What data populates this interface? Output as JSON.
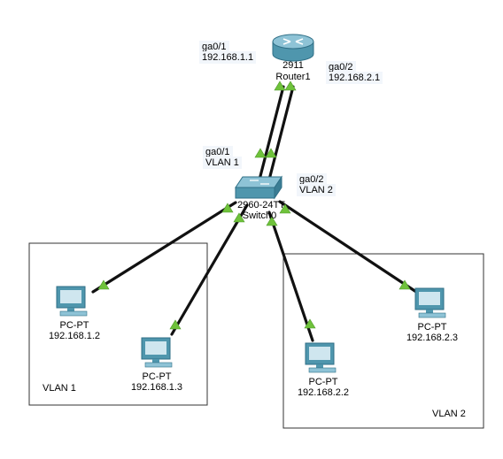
{
  "router": {
    "model": "2911",
    "name": "Router1"
  },
  "switch": {
    "model": "2960-24TT",
    "name": "Switch0"
  },
  "interfaces": {
    "router_ga01": {
      "port": "ga0/1",
      "ip": "192.168.1.1"
    },
    "router_ga02": {
      "port": "ga0/2",
      "ip": "192.168.2.1"
    },
    "switch_ga01": {
      "port": "ga0/1",
      "vlan": "VLAN 1"
    },
    "switch_ga02": {
      "port": "ga0/2",
      "vlan": "VLAN 2"
    }
  },
  "pcs": [
    {
      "type": "PC-PT",
      "ip": "192.168.1.2"
    },
    {
      "type": "PC-PT",
      "ip": "192.168.1.3"
    },
    {
      "type": "PC-PT",
      "ip": "192.168.2.2"
    },
    {
      "type": "PC-PT",
      "ip": "192.168.2.3"
    }
  ],
  "vlans": [
    {
      "label": "VLAN 1"
    },
    {
      "label": "VLAN 2"
    }
  ],
  "colors": {
    "link": "#111111",
    "link_up_marker": "#6fc23b",
    "device": "#4f96ad",
    "device_dark": "#2f6f86",
    "group_border": "#333333"
  }
}
